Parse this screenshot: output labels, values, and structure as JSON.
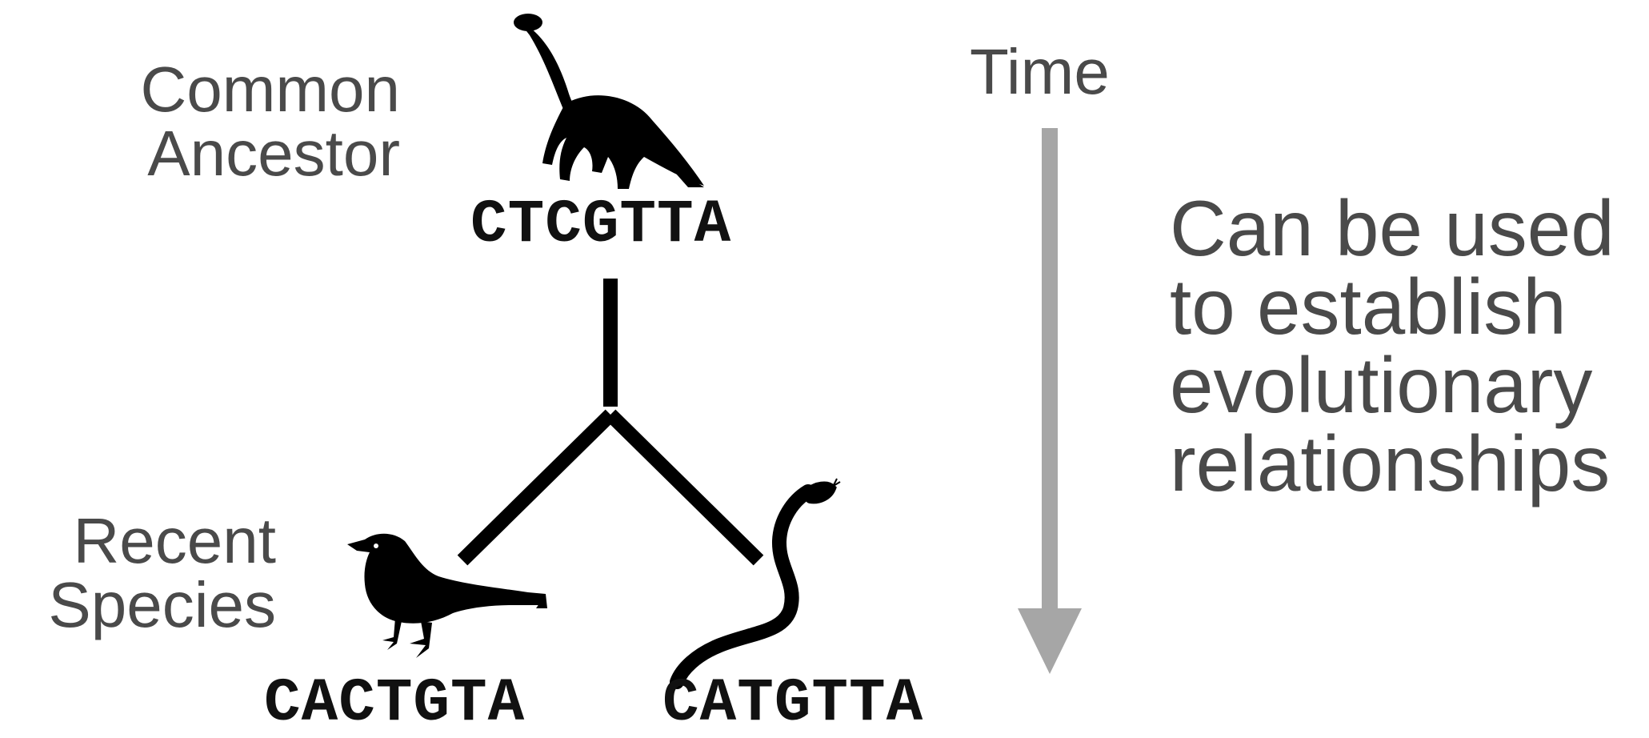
{
  "ancestor_label": [
    "Common",
    "Ancestor"
  ],
  "recent_label": [
    "Recent",
    "Species"
  ],
  "time_label": "Time",
  "sequences": {
    "ancestor": "CTCGTTA",
    "bird": "CACTGTA",
    "snake": "CATGTTA"
  },
  "caption": [
    "Can be used",
    "to establish",
    "evolutionary",
    "relationships"
  ],
  "icons": {
    "ancestor": "dinosaur-icon",
    "bird": "bird-icon",
    "snake": "snake-icon"
  },
  "colors": {
    "text": "#4a4a4a",
    "tree": "#000000",
    "arrow": "#a6a6a6"
  }
}
